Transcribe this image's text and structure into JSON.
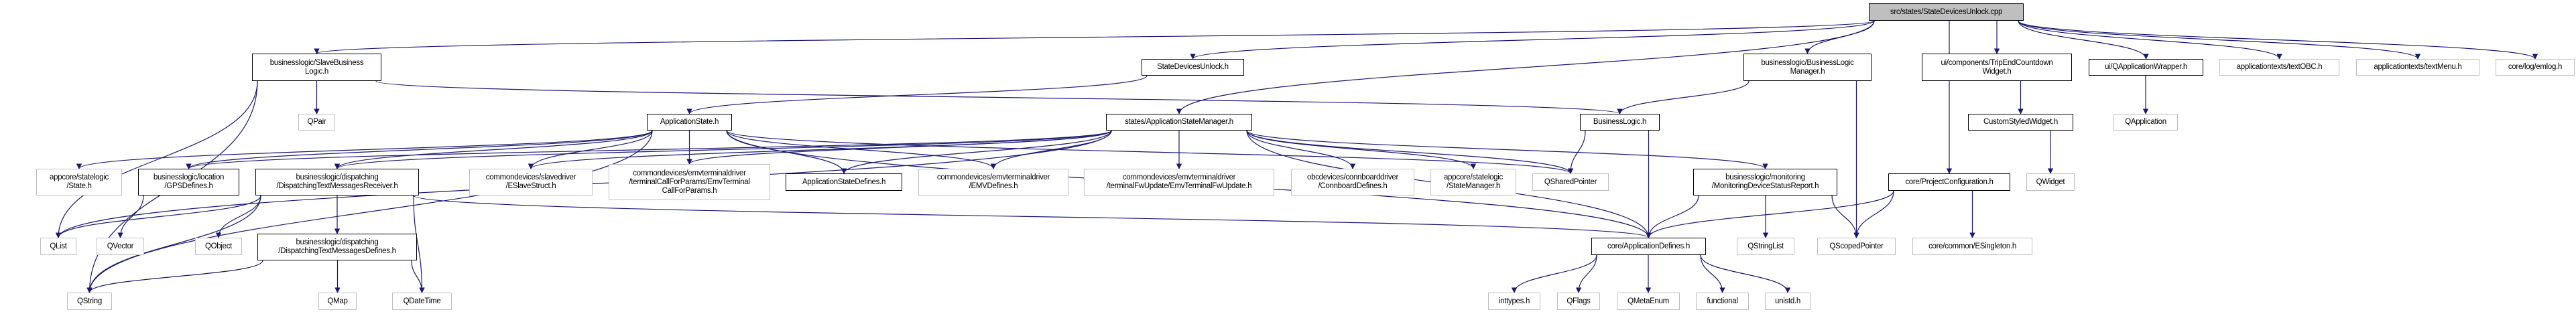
{
  "graph": {
    "edge_color": "#191970",
    "root_fill": "#bfbfbf",
    "external_border": "#bfbfbf",
    "nodes": [
      {
        "id": "src",
        "label": "src/states/StateDevicesUnlock.cpp",
        "kind": "root"
      },
      {
        "id": "slavebl",
        "label": "businesslogic/SlaveBusiness\nLogic.h",
        "kind": "doc"
      },
      {
        "id": "sduh",
        "label": "StateDevicesUnlock.h",
        "kind": "doc"
      },
      {
        "id": "blm",
        "label": "businesslogic/BusinessLogic\nManager.h",
        "kind": "doc"
      },
      {
        "id": "trip",
        "label": "ui/components/TripEndCountdown\nWidget.h",
        "kind": "doc"
      },
      {
        "id": "qaw",
        "label": "ui/QApplicationWrapper.h",
        "kind": "doc"
      },
      {
        "id": "textobc",
        "label": "applicationtexts/textOBC.h",
        "kind": "ext"
      },
      {
        "id": "textmenu",
        "label": "applicationtexts/textMenu.h",
        "kind": "ext"
      },
      {
        "id": "emlog",
        "label": "core/log/emlog.h",
        "kind": "ext"
      },
      {
        "id": "qpair",
        "label": "QPair",
        "kind": "ext"
      },
      {
        "id": "appstate",
        "label": "ApplicationState.h",
        "kind": "doc"
      },
      {
        "id": "asm",
        "label": "states/ApplicationStateManager.h",
        "kind": "doc"
      },
      {
        "id": "bl",
        "label": "BusinessLogic.h",
        "kind": "doc"
      },
      {
        "id": "csw",
        "label": "CustomStyledWidget.h",
        "kind": "doc"
      },
      {
        "id": "qapp",
        "label": "QApplication",
        "kind": "ext"
      },
      {
        "id": "state",
        "label": "appcore/statelogic\n/State.h",
        "kind": "ext"
      },
      {
        "id": "gps",
        "label": "businesslogic/location\n/GPSDefines.h",
        "kind": "doc"
      },
      {
        "id": "dtmr",
        "label": "businesslogic/dispatching\n/DispatchingTextMessagesReceiver.h",
        "kind": "doc"
      },
      {
        "id": "eslave",
        "label": "commondevices/slavedriver\n/ESlaveStruct.h",
        "kind": "ext"
      },
      {
        "id": "callparams",
        "label": "commondevices/emvterminaldriver\n/terminalCallForParams/EmvTerminal\nCallForParams.h",
        "kind": "ext"
      },
      {
        "id": "asdefs",
        "label": "ApplicationStateDefines.h",
        "kind": "doc"
      },
      {
        "id": "emvdefs",
        "label": "commondevices/emvterminaldriver\n/EMVDefines.h",
        "kind": "ext"
      },
      {
        "id": "fwupdate",
        "label": "commondevices/emvterminaldriver\n/terminalFwUpdate/EmvTerminalFwUpdate.h",
        "kind": "ext"
      },
      {
        "id": "connboard",
        "label": "obcdevices/connboarddriver\n/ConnboardDefines.h",
        "kind": "ext"
      },
      {
        "id": "statemgr",
        "label": "appcore/statelogic\n/StateManager.h",
        "kind": "ext"
      },
      {
        "id": "qshared",
        "label": "QSharedPointer",
        "kind": "ext"
      },
      {
        "id": "monitor",
        "label": "businesslogic/monitoring\n/MonitoringDeviceStatusReport.h",
        "kind": "doc"
      },
      {
        "id": "projconf",
        "label": "core/ProjectConfiguration.h",
        "kind": "doc"
      },
      {
        "id": "qwidget",
        "label": "QWidget",
        "kind": "ext"
      },
      {
        "id": "qlist",
        "label": "QList",
        "kind": "ext"
      },
      {
        "id": "qvector",
        "label": "QVector",
        "kind": "ext"
      },
      {
        "id": "qobject",
        "label": "QObject",
        "kind": "ext"
      },
      {
        "id": "dtmd",
        "label": "businesslogic/dispatching\n/DispatchingTextMessagesDefines.h",
        "kind": "doc"
      },
      {
        "id": "appdefs",
        "label": "core/ApplicationDefines.h",
        "kind": "doc"
      },
      {
        "id": "qstringlist",
        "label": "QStringList",
        "kind": "ext"
      },
      {
        "id": "qscoped",
        "label": "QScopedPointer",
        "kind": "ext"
      },
      {
        "id": "esingleton",
        "label": "core/common/ESingleton.h",
        "kind": "ext"
      },
      {
        "id": "qstring",
        "label": "QString",
        "kind": "ext"
      },
      {
        "id": "qmap",
        "label": "QMap",
        "kind": "ext"
      },
      {
        "id": "qdatetime",
        "label": "QDateTime",
        "kind": "ext"
      },
      {
        "id": "inttypes",
        "label": "inttypes.h",
        "kind": "ext"
      },
      {
        "id": "qflags",
        "label": "QFlags",
        "kind": "ext"
      },
      {
        "id": "qmetaenum",
        "label": "QMetaEnum",
        "kind": "ext"
      },
      {
        "id": "functional",
        "label": "functional",
        "kind": "ext"
      },
      {
        "id": "unistd",
        "label": "unistd.h",
        "kind": "ext"
      }
    ],
    "edges": [
      [
        "src",
        "slavebl"
      ],
      [
        "src",
        "sduh"
      ],
      [
        "src",
        "asm"
      ],
      [
        "src",
        "blm"
      ],
      [
        "src",
        "trip"
      ],
      [
        "src",
        "qaw"
      ],
      [
        "src",
        "textobc"
      ],
      [
        "src",
        "textmenu"
      ],
      [
        "src",
        "emlog"
      ],
      [
        "src",
        "projconf"
      ],
      [
        "sduh",
        "appstate"
      ],
      [
        "slavebl",
        "qpair"
      ],
      [
        "slavebl",
        "qstring"
      ],
      [
        "slavebl",
        "qlist"
      ],
      [
        "slavebl",
        "bl"
      ],
      [
        "appstate",
        "state"
      ],
      [
        "appstate",
        "gps"
      ],
      [
        "appstate",
        "dtmr"
      ],
      [
        "appstate",
        "eslave"
      ],
      [
        "appstate",
        "callparams"
      ],
      [
        "appstate",
        "asdefs"
      ],
      [
        "appstate",
        "emvdefs"
      ],
      [
        "appstate",
        "qshared"
      ],
      [
        "appstate",
        "appdefs"
      ],
      [
        "appstate",
        "qstring"
      ],
      [
        "asm",
        "gps"
      ],
      [
        "asm",
        "dtmr"
      ],
      [
        "asm",
        "eslave"
      ],
      [
        "asm",
        "callparams"
      ],
      [
        "asm",
        "asdefs"
      ],
      [
        "asm",
        "emvdefs"
      ],
      [
        "asm",
        "fwupdate"
      ],
      [
        "asm",
        "connboard"
      ],
      [
        "asm",
        "statemgr"
      ],
      [
        "asm",
        "qshared"
      ],
      [
        "asm",
        "monitor"
      ],
      [
        "asm",
        "appdefs"
      ],
      [
        "asm",
        "qlist"
      ],
      [
        "blm",
        "bl"
      ],
      [
        "blm",
        "qscoped"
      ],
      [
        "bl",
        "qshared"
      ],
      [
        "bl",
        "appdefs"
      ],
      [
        "monitor",
        "appdefs"
      ],
      [
        "monitor",
        "qstringlist"
      ],
      [
        "monitor",
        "qscoped"
      ],
      [
        "gps",
        "qvector"
      ],
      [
        "dtmr",
        "qlist"
      ],
      [
        "dtmr",
        "qstring"
      ],
      [
        "dtmr",
        "qobject"
      ],
      [
        "dtmr",
        "dtmd"
      ],
      [
        "dtmr",
        "qdatetime"
      ],
      [
        "dtmr",
        "appdefs"
      ],
      [
        "dtmd",
        "qstring"
      ],
      [
        "dtmd",
        "qmap"
      ],
      [
        "dtmd",
        "qdatetime"
      ],
      [
        "appdefs",
        "inttypes"
      ],
      [
        "appdefs",
        "qflags"
      ],
      [
        "appdefs",
        "qmetaenum"
      ],
      [
        "appdefs",
        "functional"
      ],
      [
        "appdefs",
        "unistd"
      ],
      [
        "trip",
        "csw"
      ],
      [
        "csw",
        "qwidget"
      ],
      [
        "qaw",
        "qapp"
      ],
      [
        "projconf",
        "appdefs"
      ],
      [
        "projconf",
        "qscoped"
      ],
      [
        "projconf",
        "esingleton"
      ]
    ]
  }
}
